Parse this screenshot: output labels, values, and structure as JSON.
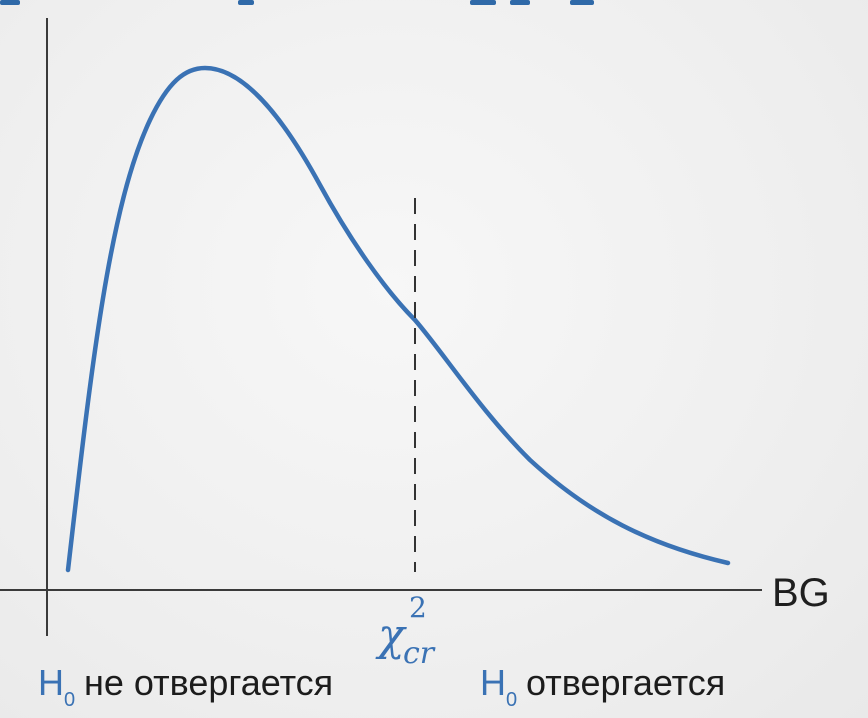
{
  "colors": {
    "curve": "#3a72b4",
    "accent_text": "#3a72b4",
    "axis": "#3a3a3a",
    "text": "#1c1c1c"
  },
  "diagram": {
    "x_axis_label": "BG",
    "critical_value": {
      "symbol": "χ",
      "subscript": "cr",
      "superscript": "2"
    },
    "regions": {
      "left": {
        "hypothesis": "H",
        "hypothesis_sub": "0",
        "text": "не отвергается"
      },
      "right": {
        "hypothesis": "H",
        "hypothesis_sub": "0",
        "text": "отвергается"
      }
    }
  }
}
